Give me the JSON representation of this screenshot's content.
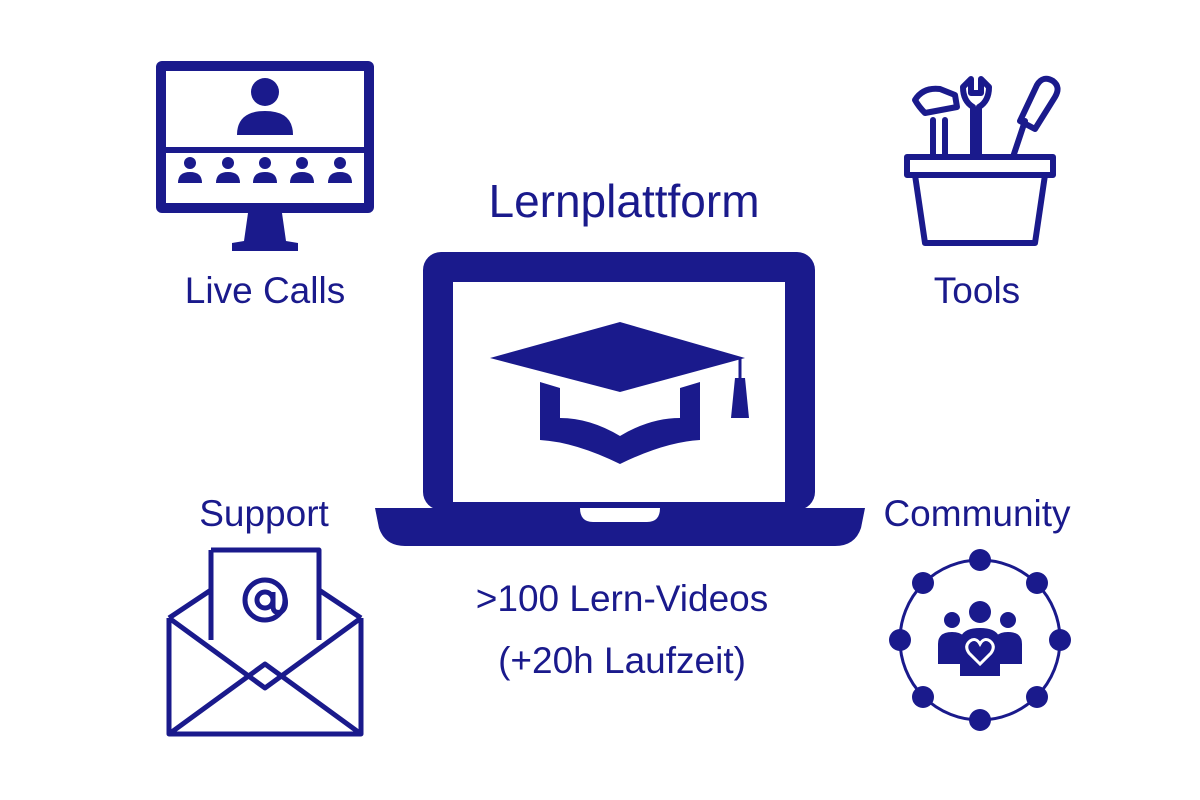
{
  "colors": {
    "primary": "#1a1a8c",
    "background": "#ffffff"
  },
  "center": {
    "title": "Lernplattform",
    "line1": ">100 Lern-Videos",
    "line2": "(+20h Laufzeit)",
    "icon": "laptop-graduation-cap-icon"
  },
  "features": {
    "live_calls": {
      "label": "Live Calls",
      "icon": "video-conference-monitor-icon"
    },
    "tools": {
      "label": "Tools",
      "icon": "toolbox-icon"
    },
    "support": {
      "label": "Support",
      "icon": "email-envelope-icon"
    },
    "community": {
      "label": "Community",
      "icon": "community-circle-icon"
    }
  }
}
